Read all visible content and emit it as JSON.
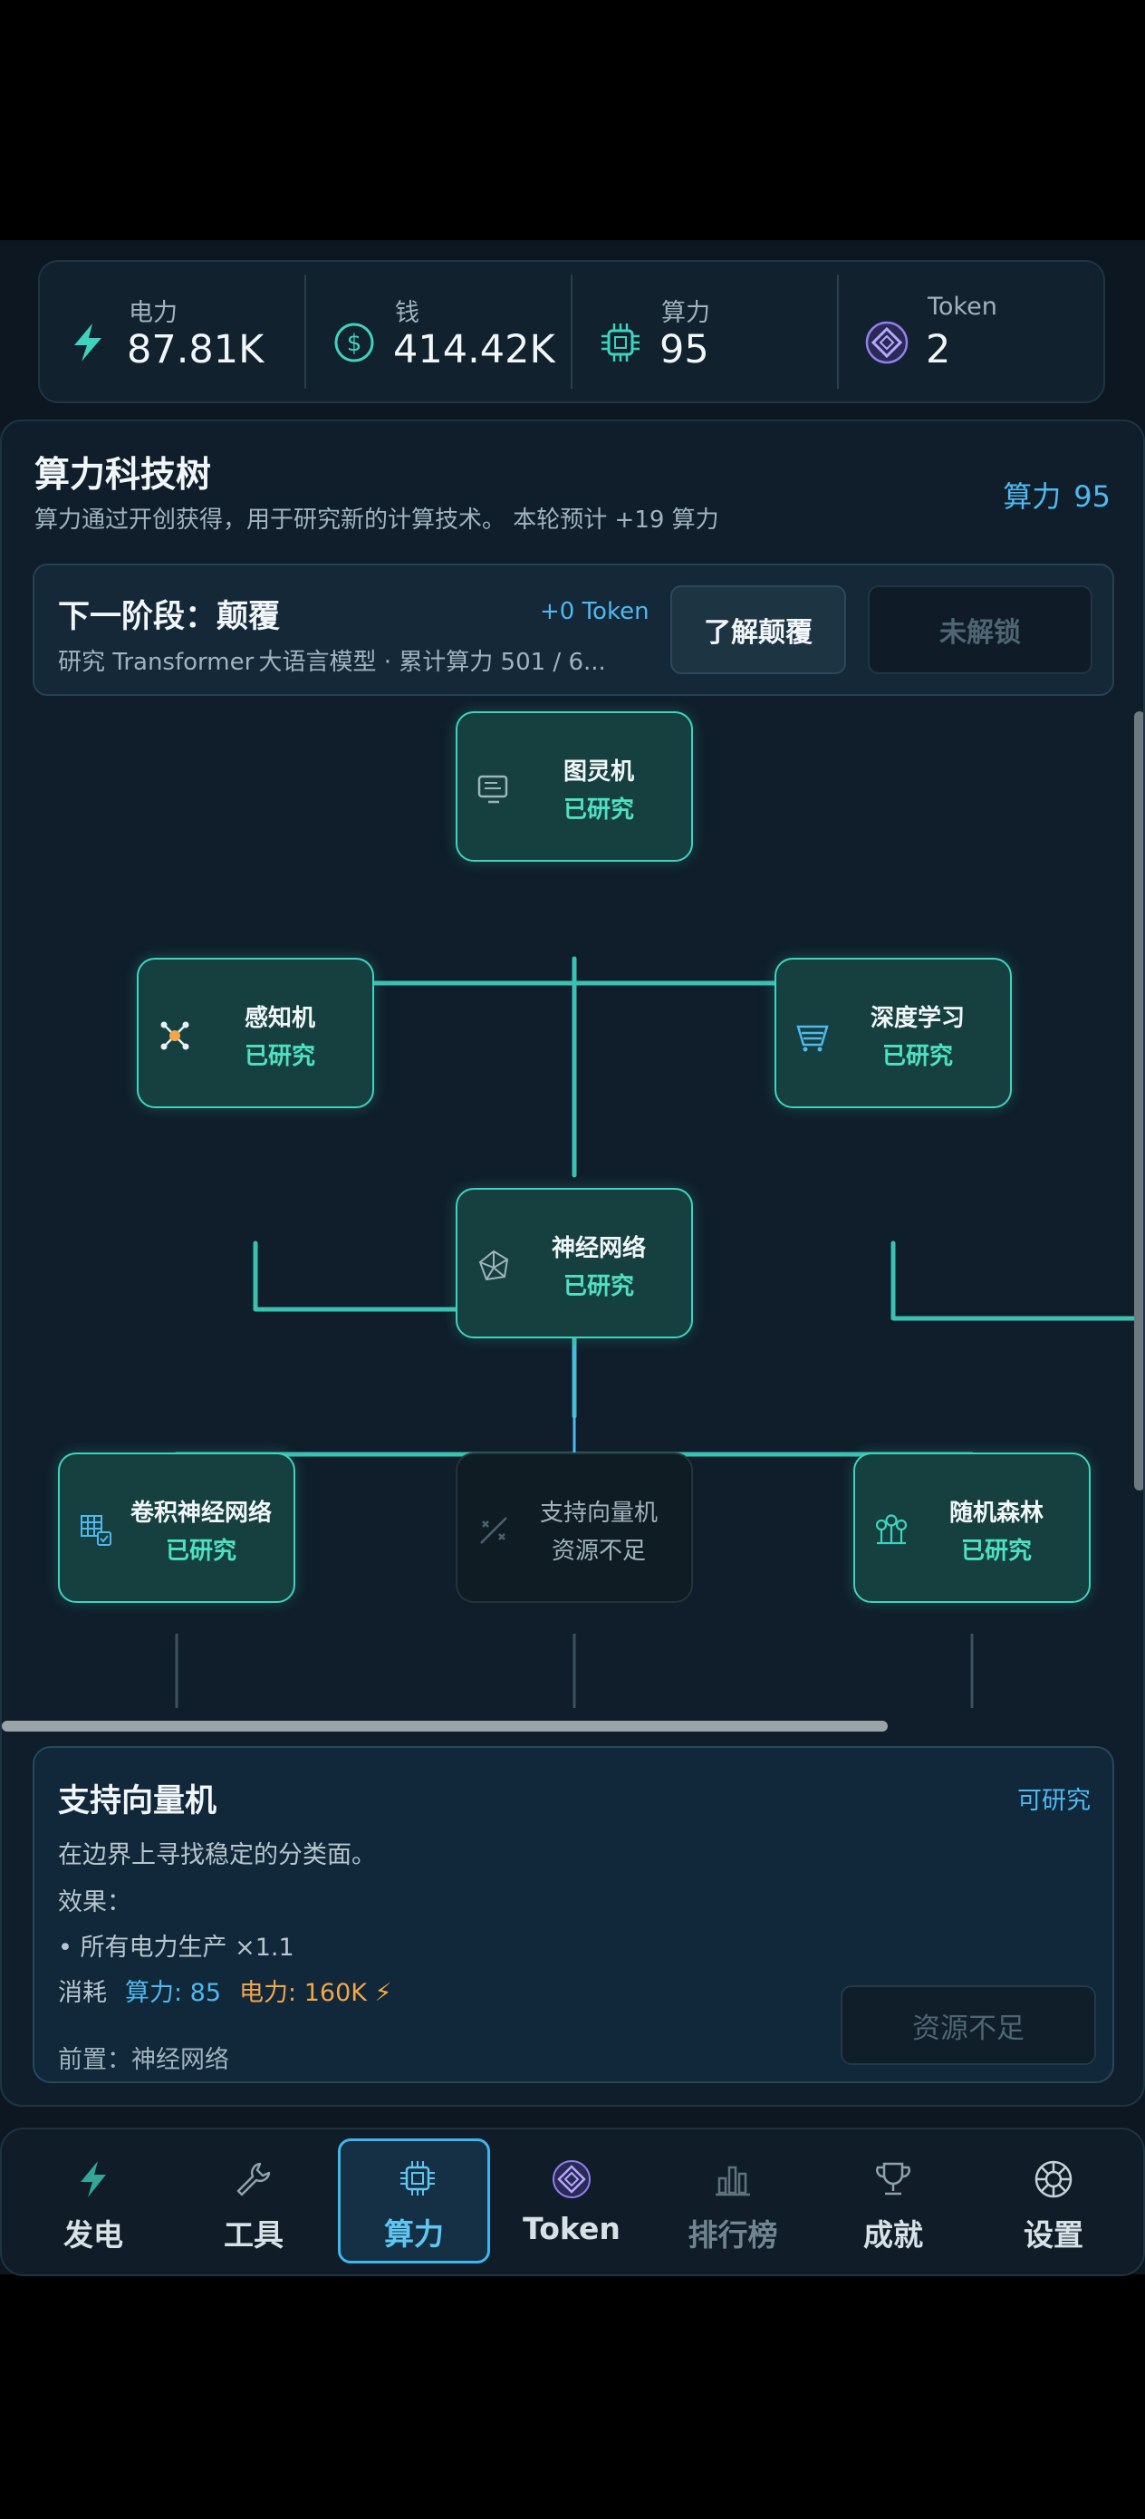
{
  "resources": [
    {
      "icon": "bolt-icon",
      "label": "电力",
      "value": "87.81K"
    },
    {
      "icon": "dollar-icon",
      "label": "钱",
      "value": "414.42K"
    },
    {
      "icon": "chip-icon",
      "label": "算力",
      "value": "95"
    },
    {
      "icon": "token-icon",
      "label": "Token",
      "value": "2"
    }
  ],
  "panel": {
    "title": "算力科技树",
    "subtitle": "算力通过开创获得，用于研究新的计算技术。 本轮预计 +19 算力",
    "compute_label": "算力",
    "compute_value": "95"
  },
  "stage": {
    "title": "下一阶段：颠覆",
    "description": "研究 Transformer 大语言模型 · 累计算力 501 / 6...",
    "token_reward": "+0 Token",
    "learn_button": "了解颠覆",
    "locked_button": "未解锁"
  },
  "tree": {
    "nodes": [
      {
        "id": "turing",
        "name": "图灵机",
        "status": "已研究",
        "icon": "computer-icon"
      },
      {
        "id": "perceptron",
        "name": "感知机",
        "status": "已研究",
        "icon": "nodes-icon"
      },
      {
        "id": "deep-learning",
        "name": "深度学习",
        "status": "已研究",
        "icon": "layers-icon"
      },
      {
        "id": "neural-net",
        "name": "神经网络",
        "status": "已研究",
        "icon": "network-icon"
      },
      {
        "id": "cnn",
        "name": "卷积神经网络",
        "status": "已研究",
        "icon": "grid-check-icon"
      },
      {
        "id": "svm",
        "name": "支持向量机",
        "status": "资源不足",
        "icon": "vector-icon"
      },
      {
        "id": "random-forest",
        "name": "随机森林",
        "status": "已研究",
        "icon": "trees-icon"
      }
    ]
  },
  "detail": {
    "title": "支持向量机",
    "tag": "可研究",
    "description": "在边界上寻找稳定的分类面。",
    "effects_label": "效果：",
    "effects": [
      "• 所有电力生产 ×1.1"
    ],
    "cost_label": "消耗",
    "cost_compute": "算力: 85",
    "cost_power": "电力: 160K ⚡",
    "prereq": "前置：神经网络",
    "button": "资源不足"
  },
  "nav": {
    "tabs": [
      {
        "label": "发电",
        "icon": "bolt-icon",
        "active": false
      },
      {
        "label": "工具",
        "icon": "wrench-icon",
        "active": false
      },
      {
        "label": "算力",
        "icon": "chip-icon",
        "active": true
      },
      {
        "label": "Token",
        "icon": "token-icon",
        "active": false
      },
      {
        "label": "排行榜",
        "icon": "bar-chart-icon",
        "active": false
      },
      {
        "label": "成就",
        "icon": "trophy-icon",
        "active": false
      },
      {
        "label": "设置",
        "icon": "gear-icon",
        "active": false
      }
    ]
  },
  "colors": {
    "accent_blue": "#4fb8ee",
    "researched_teal": "#3fd3bf",
    "power_orange": "#f2a64a",
    "background": "#0c1722"
  }
}
